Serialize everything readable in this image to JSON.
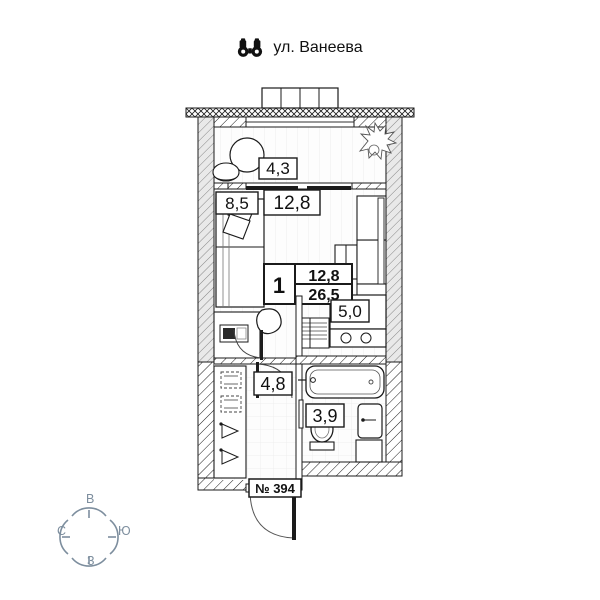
{
  "header": {
    "street_label": "ул. Ванеева",
    "icon": "binoculars-icon"
  },
  "plan": {
    "apartment_number": "№ 394",
    "rooms_badge": "1",
    "living_area": "12,8",
    "total_area": "26,5",
    "areas": {
      "balcony": "4,3",
      "room_left": "8,5",
      "room_right": "12,8",
      "kitchen": "5,0",
      "hallway": "4,8",
      "bathroom": "3,9"
    }
  },
  "compass": {
    "north": "В",
    "east": "Ю",
    "south": "З",
    "west": "С",
    "color": "#7d8e9e"
  },
  "colors": {
    "ink": "#1b1b1b",
    "wall_fill": "#e8e8e8",
    "floor_tint": "#fbfbfb",
    "compass": "#7d8e9e"
  }
}
